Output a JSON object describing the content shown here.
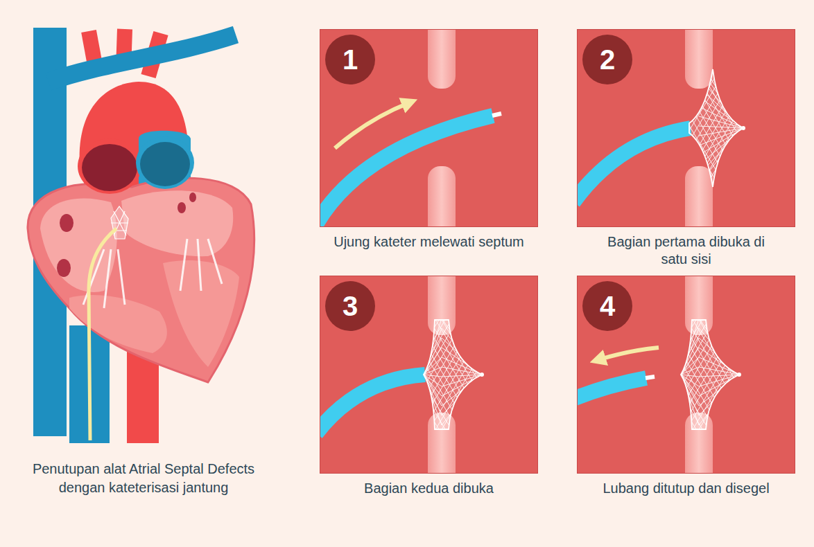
{
  "diagram": {
    "caption": "Penutupan alat Atrial Septal Defects dengan kateterisasi jantung",
    "nodes": [
      {
        "text": [
          "Ujung kateter melewati septum"
        ]
      },
      {
        "text": [
          "1"
        ],
        "in": 0
      },
      {
        "text": [
          "Bagian pertama dibuka di satu sisi"
        ]
      },
      {
        "text": [
          "2"
        ],
        "in": 2
      },
      {
        "text": [
          "Bagian kedua dibuka"
        ]
      },
      {
        "text": [
          "3"
        ],
        "in": 4
      },
      {
        "text": [
          "Lubang ditutup dan disegel"
        ]
      },
      {
        "text": [
          "4"
        ],
        "in": 6
      }
    ]
  }
}
